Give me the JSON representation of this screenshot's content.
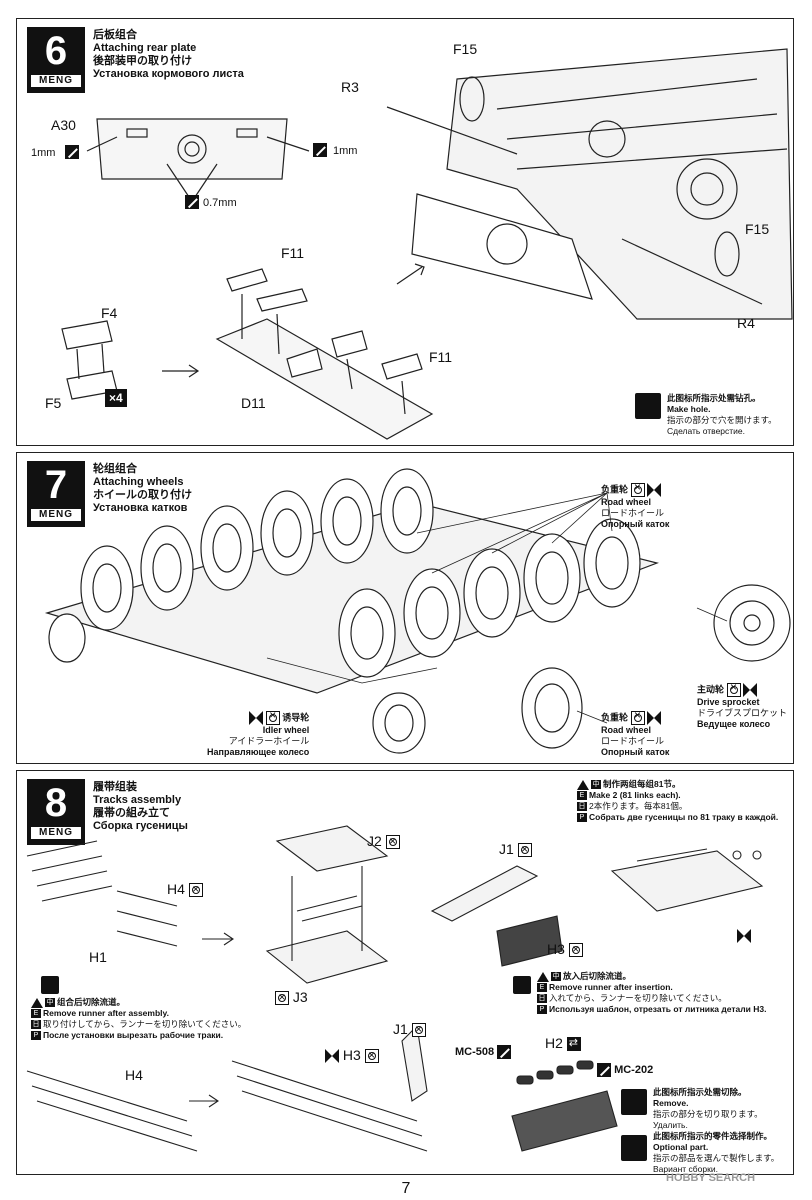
{
  "step6": {
    "number": "6",
    "brand": "MENG",
    "title_zh": "后板组合",
    "title_en": "Attaching rear plate",
    "title_ja": "後部装甲の取り付け",
    "title_ru": "Установка кормового листа",
    "parts": {
      "a30": "A30",
      "f15_top": "F15",
      "r3": "R3",
      "f15_bottom": "F15",
      "r4": "R4",
      "f11_top": "F11",
      "f11_bottom": "F11",
      "f4": "F4",
      "f5": "F5",
      "d11": "D11"
    },
    "drill": {
      "left": "1mm",
      "right": "1mm",
      "center": "0.7mm"
    },
    "qty": "×4",
    "legend": {
      "zh": "此图标所指示处需钻孔。",
      "en": "Make hole.",
      "ja": "指示の部分で穴を開けます。",
      "ru": "Сделать отверстие."
    }
  },
  "step7": {
    "number": "7",
    "brand": "MENG",
    "title_zh": "轮组组合",
    "title_en": "Attaching wheels",
    "title_ja": "ホイールの取り付け",
    "title_ru": "Установка катков",
    "road_top": {
      "zh": "负重轮",
      "en": "Road wheel",
      "ja": "ロードホイール",
      "ru": "Опорный каток"
    },
    "sprocket": {
      "zh": "主动轮",
      "en": "Drive sprocket",
      "ja": "ドライブスプロケット",
      "ru": "Ведущее колесо"
    },
    "idler": {
      "zh": "诱导轮",
      "en": "Idler wheel",
      "ja": "アイドラーホイール",
      "ru": "Направляющее колесо"
    },
    "road_bottom": {
      "zh": "负重轮",
      "en": "Road wheel",
      "ja": "ロードホイール",
      "ru": "Опорный каток"
    }
  },
  "step8": {
    "number": "8",
    "brand": "MENG",
    "title_zh": "履带组装",
    "title_en": "Tracks assembly",
    "title_ja": "履帯の組み立て",
    "title_ru": "Сборка гусеницы",
    "note_make": {
      "zh": "制作两组每组81节。",
      "en": "Make 2 (81 links each).",
      "ja": "2本作ります。毎本81個。",
      "ru": "Собрать две гусеницы по 81 траку в каждой."
    },
    "note_remove": {
      "zh": "组合后切除流道。",
      "en": "Remove runner after assembly.",
      "ja": "取り付けしてから、ランナーを切り除いてください。",
      "ru": "После установки вырезать рабочие траки."
    },
    "note_insert": {
      "zh": "放入后切除流道。",
      "en": "Remove runner after insertion.",
      "ja": "入れてから、ランナーを切り除いてください。",
      "ru": "Используя шаблон, отрезать от литника детали H3."
    },
    "parts": {
      "h4_top": "H4",
      "h1": "H1",
      "j2": "J2",
      "j3": "J3",
      "j1_top": "J1",
      "h3_top": "H3",
      "h4_bottom": "H4",
      "h3_bottom": "H3",
      "j1_bottom": "J1",
      "h2": "H2",
      "mc508": "MC-508",
      "mc202": "MC-202"
    },
    "legend_remove": {
      "zh": "此图标所指示处需切除。",
      "en": "Remove.",
      "ja": "指示の部分を切り取ります。",
      "ru": "Удалить."
    },
    "legend_option": {
      "zh": "此图标所指示的零件选择制作。",
      "en": "Optional part.",
      "ja": "指示の部品を選んで製作します。",
      "ru": "Вариант сборки."
    }
  },
  "page_number": "7",
  "watermark": "HOBBY SEARCH"
}
